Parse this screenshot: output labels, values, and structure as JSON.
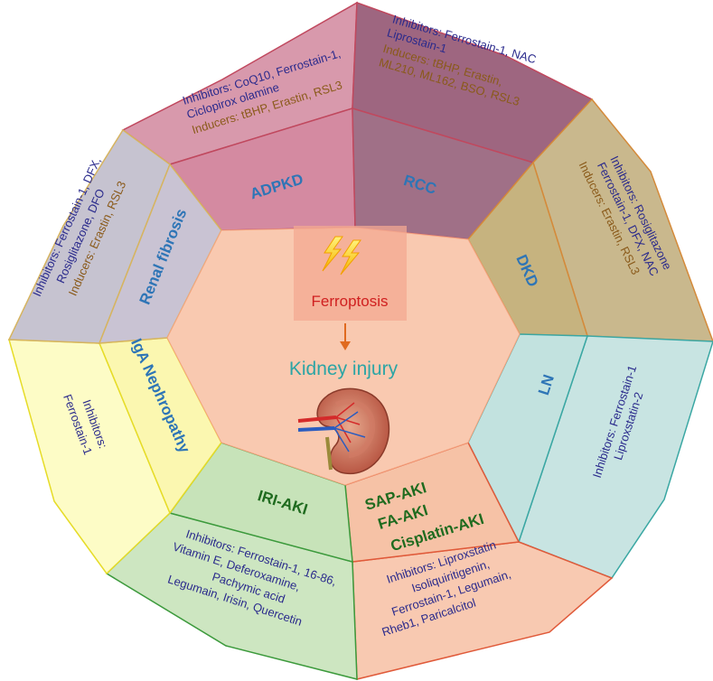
{
  "center": {
    "ferroptosis": "Ferroptosis",
    "kidney_injury": "Kidney injury"
  },
  "segments": {
    "adpkd": {
      "title": "ADPKD",
      "inhibitors": [
        "Inhibitors: CoQ10, Ferrostain-1,",
        "Ciclopirox olamine"
      ],
      "inducers": [
        "Inducers: tBHP, Erastin, RSL3"
      ]
    },
    "rcc": {
      "title": "RCC",
      "inhibitors": [
        "Inhibitors: Ferrostain-1, NAC",
        "Liprostain-1"
      ],
      "inducers": [
        "Inducers: tBHP, Erastin,",
        "ML210, ML162, BSO, RSL3"
      ]
    },
    "dkd": {
      "title": "DKD",
      "inhibitors": [
        "Inhibitors: Rosiglitazone",
        "Ferrostain-1, DFX, NAC"
      ],
      "inducers": [
        "Inducers: Erastin, RSL3"
      ]
    },
    "ln": {
      "title": "LN",
      "inhibitors": [
        "Inhibitors: Ferrostain-1",
        "Liproxstatin-2"
      ]
    },
    "sap_aki": {
      "titles": [
        "SAP-AKI",
        "FA-AKI",
        "Cisplatin-AKI"
      ],
      "inhibitors": [
        "Inhibitors: Liproxstatin",
        "Isoliquiritigenin,",
        "Ferrostain-1, Legumain,",
        "Rheb1, Paricalcitol"
      ]
    },
    "iri_aki": {
      "title": "IRI-AKI",
      "inhibitors": [
        "Inhibitors: Ferrostain-1, 16-86,",
        "Vitamin E, Deferoxamine,",
        "Pachymic acid",
        "Legumain, Irisin, Quercetin"
      ]
    },
    "iga": {
      "title": "IgA Nephropathy",
      "inhibitors": [
        "Inhibitors:",
        "Ferrostain-1"
      ]
    },
    "fibrosis": {
      "title": "Renal fibrosis",
      "inhibitors": [
        "Inhibitors: Ferrostain-1, DFX,",
        "Rosiglitazone, DFO"
      ],
      "inducers": [
        "Inducers: Erastin, RSL3"
      ]
    }
  },
  "colors": {
    "adpkd": "#d899ac",
    "rcc": "#9e6680",
    "dkd": "#c9b88d",
    "ln": "#c8e4e2",
    "aki": "#f8c9b1",
    "iri": "#cde6c1",
    "iga": "#fdfcc6",
    "fibrosis": "#c6c3d0",
    "center": "#f9c9b0",
    "title_blue": "#2e75b6",
    "title_green": "#1f6b1f",
    "inhibitor_text": "#2a2a8c",
    "inducer_text": "#8a5a1a"
  },
  "icons": [
    "lightning-icon",
    "kidney-icon",
    "arrow-down-icon"
  ]
}
